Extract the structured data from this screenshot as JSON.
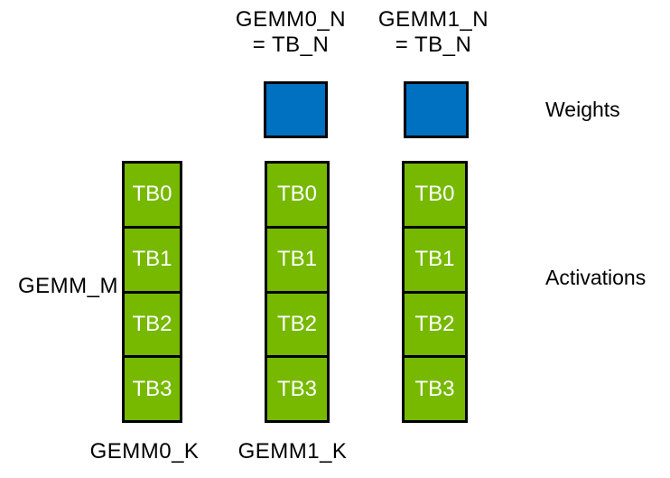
{
  "diagram": {
    "background": "#ffffff",
    "colors": {
      "weights_fill": "#0070C0",
      "activations_fill": "#76B900",
      "border": "#000000",
      "cell_text": "#ffffff",
      "label_text": "#000000"
    },
    "top_labels": [
      {
        "line1": "GEMM0_N",
        "line2": "= TB_N"
      },
      {
        "line1": "GEMM1_N",
        "line2": "= TB_N"
      }
    ],
    "side_labels": {
      "weights": "Weights",
      "activations": "Activations",
      "gemm_m": "GEMM_M"
    },
    "bottom_labels": [
      "GEMM0_K",
      "GEMM1_K"
    ],
    "weights_blocks_count": 2,
    "columns": [
      {
        "cells": [
          "TB0",
          "TB1",
          "TB2",
          "TB3"
        ]
      },
      {
        "cells": [
          "TB0",
          "TB1",
          "TB2",
          "TB3"
        ]
      },
      {
        "cells": [
          "TB0",
          "TB1",
          "TB2",
          "TB3"
        ]
      }
    ]
  }
}
